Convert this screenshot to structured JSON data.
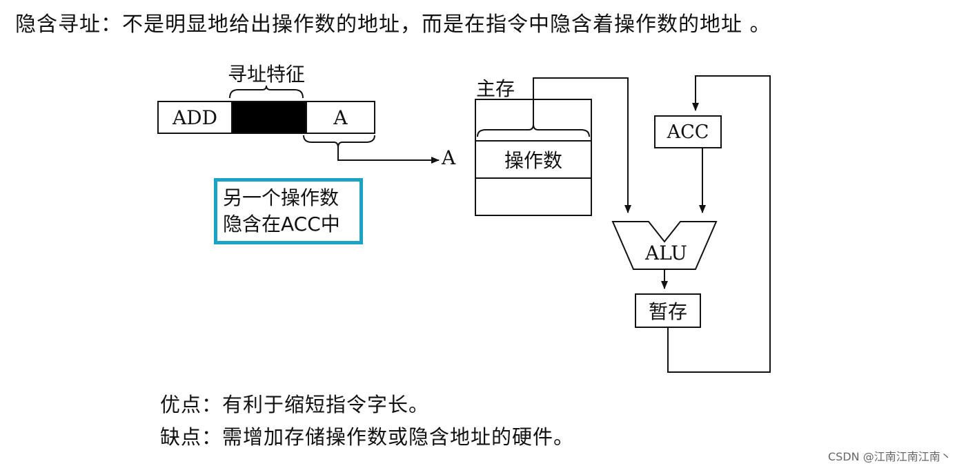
{
  "heading": "隐含寻址：不是明显地给出操作数的地址，而是在指令中隐含着操作数的地址 。",
  "instruction": {
    "feature_label": "寻址特征",
    "opcode": "ADD",
    "address": "A"
  },
  "address_target": "A",
  "note": {
    "line1": "另一个操作数",
    "line2": "隐含在ACC中",
    "border_color": "#1aa3c4"
  },
  "memory": {
    "title": "主存",
    "operand": "操作数"
  },
  "registers": {
    "acc": "ACC",
    "alu": "ALU",
    "temp": "暂存"
  },
  "footer": {
    "pro": "优点：有利于缩短指令字长。",
    "con": "缺点：需增加存储操作数或隐含地址的硬件。"
  },
  "watermark": "CSDN @江南江南江南丶"
}
